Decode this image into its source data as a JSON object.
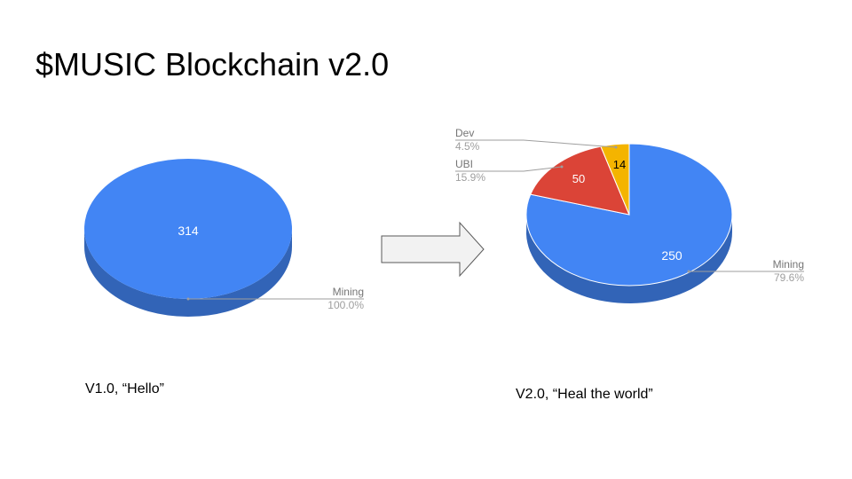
{
  "slide": {
    "title": "$MUSIC Blockchain v2.0",
    "captions": {
      "left": "V1.0, “Hello”",
      "right": "V2.0, “Heal the world”"
    }
  },
  "colors": {
    "mining": "#4285f4",
    "ubi": "#db4437",
    "dev": "#f4b400",
    "arrow_fill": "#f2f2f2",
    "arrow_stroke": "#595959",
    "label_gray": "#757575",
    "leader_gray": "#9e9e9e"
  },
  "chart_data": [
    {
      "type": "pie",
      "style": "3d",
      "title": "",
      "slices": [
        {
          "label": "Mining",
          "value": 314,
          "percent": "100.0%"
        }
      ]
    },
    {
      "type": "pie",
      "style": "3d",
      "title": "",
      "slices": [
        {
          "label": "Mining",
          "value": 250,
          "percent": "79.6%"
        },
        {
          "label": "UBI",
          "value": 50,
          "percent": "15.9%"
        },
        {
          "label": "Dev",
          "value": 14,
          "percent": "4.5%"
        }
      ]
    }
  ]
}
